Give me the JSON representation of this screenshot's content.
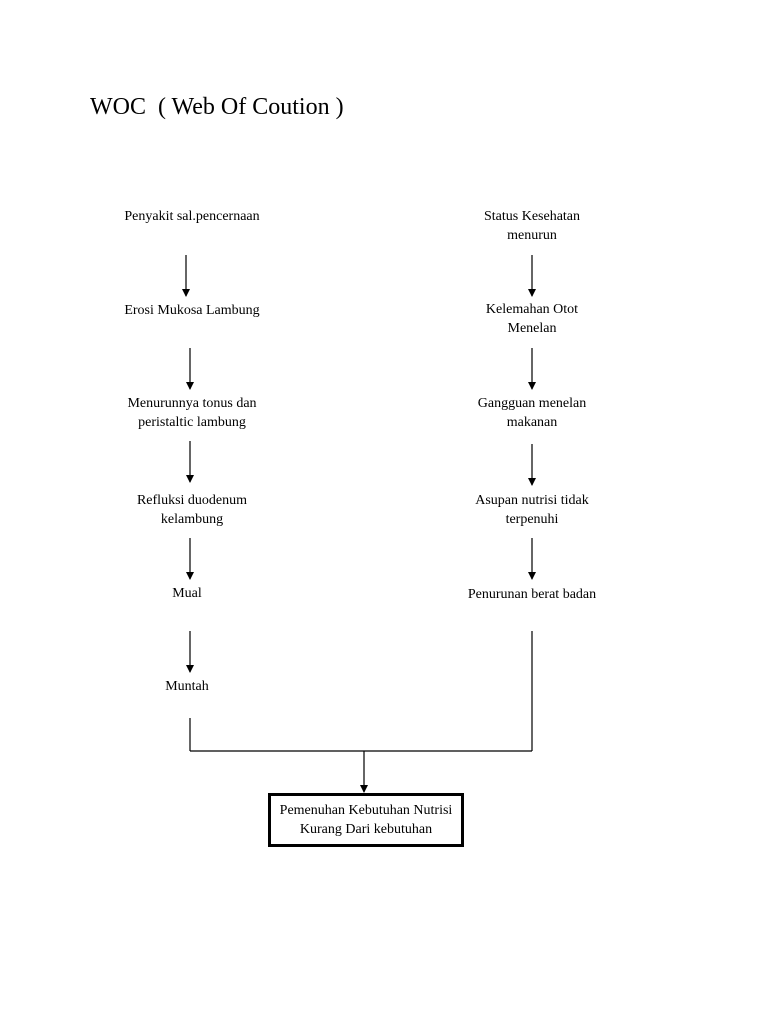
{
  "title": "WOC  ( Web Of Coution )",
  "left_chain": [
    [
      "Penyakit sal.pencernaan"
    ],
    [
      "Erosi Mukosa Lambung"
    ],
    [
      "Menurunnya tonus dan",
      "peristaltic lambung"
    ],
    [
      "Refluksi duodenum",
      "kelambung"
    ],
    [
      "Mual"
    ],
    [
      "Muntah"
    ]
  ],
  "right_chain": [
    [
      "Status Kesehatan",
      "menurun"
    ],
    [
      "Kelemahan Otot",
      "Menelan"
    ],
    [
      "Gangguan menelan",
      "makanan"
    ],
    [
      "Asupan nutrisi tidak",
      "terpenuhi"
    ],
    [
      "Penurunan berat badan"
    ]
  ],
  "result": [
    "Pemenuhan Kebutuhan Nutrisi",
    "Kurang Dari kebutuhan"
  ]
}
